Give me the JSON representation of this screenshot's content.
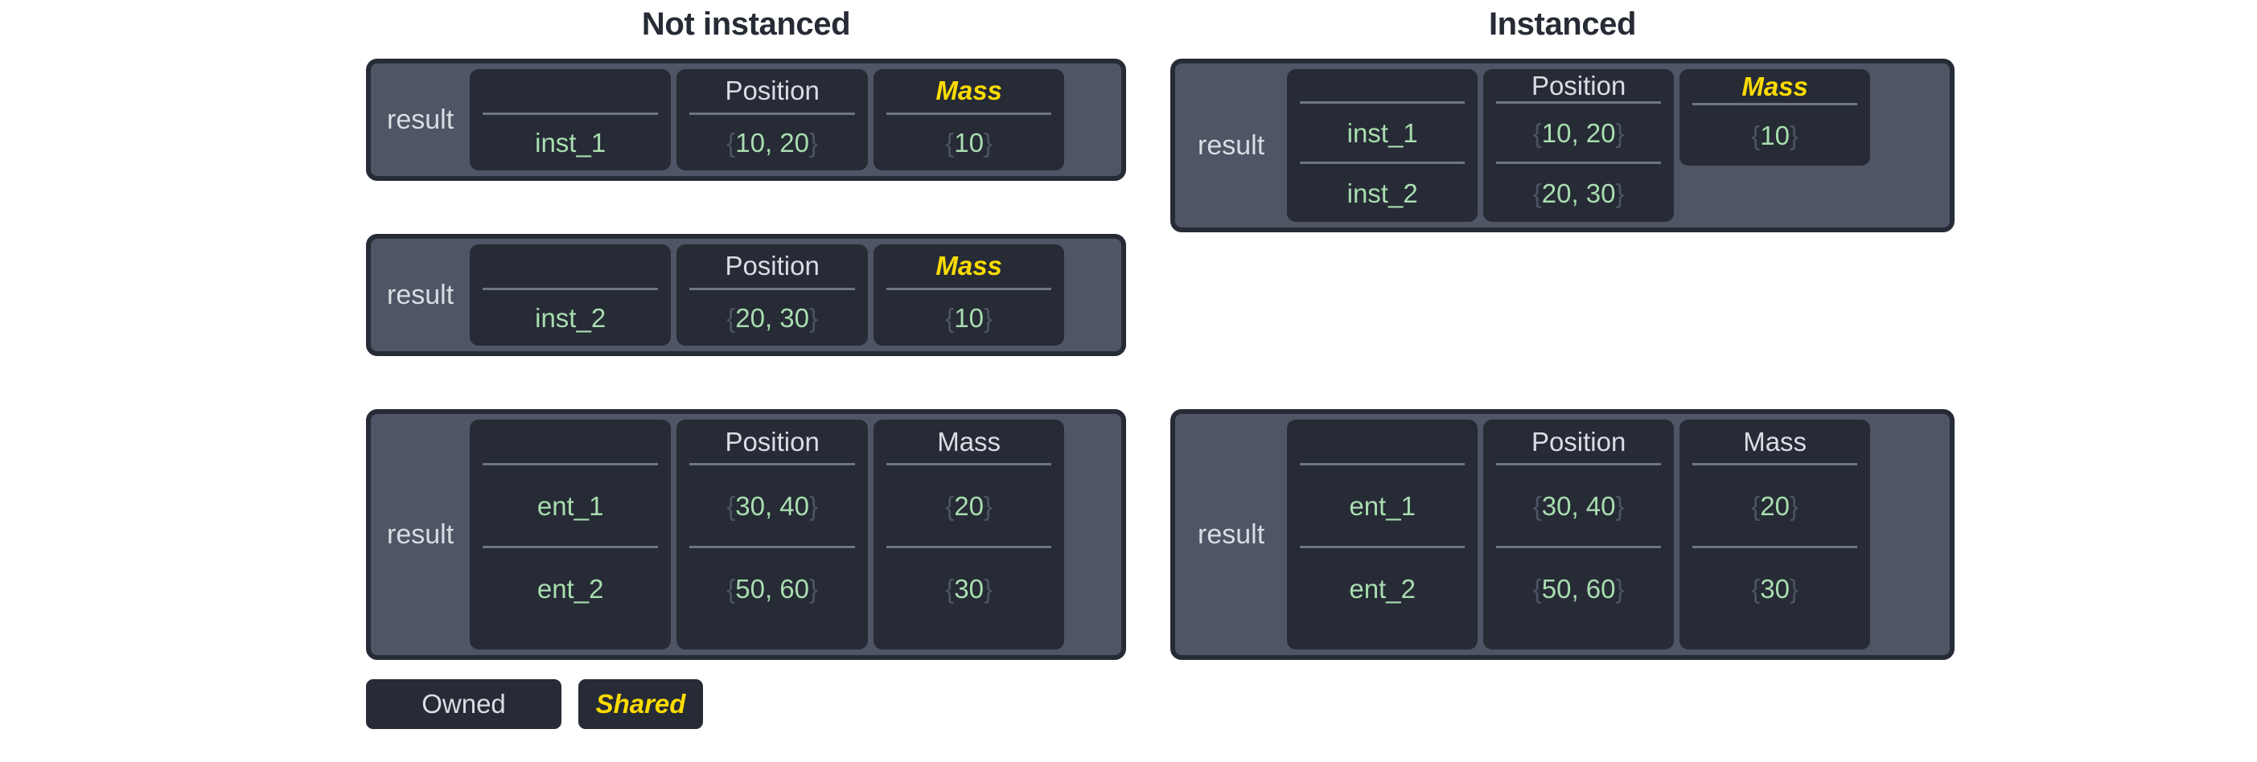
{
  "panels": [
    {
      "title": "Not instanced"
    },
    {
      "title": "Instanced"
    }
  ],
  "labels": {
    "result": "result",
    "position": "Position",
    "mass": "Mass",
    "empty": ""
  },
  "legend": {
    "owned": "Owned",
    "shared": "Shared"
  },
  "colors": {
    "page_bg": "#ffffff",
    "box_border": "#262b36",
    "box_inner": "#4f5564",
    "card": "#262b35",
    "text_light": "#d9dde5",
    "text_value": "#a9ddb0",
    "brace": "#4d5462",
    "shared_yellow": "#fcdb02",
    "separator": "#6d7685",
    "title": "#262b35"
  },
  "boxes": {
    "not_instanced_1": {
      "name_header": "",
      "name_value": "inst_1",
      "position_header": "Position",
      "position_value": "{10, 20}",
      "position_open": "{",
      "position_body": "10, 20",
      "position_close": "}",
      "mass_header": "Mass",
      "mass_shared": true,
      "mass_open": "{",
      "mass_body": "10",
      "mass_close": "}"
    },
    "not_instanced_2": {
      "name_header": "",
      "name_value": "inst_2",
      "position_header": "Position",
      "position_open": "{",
      "position_body": "20, 30",
      "position_close": "}",
      "mass_header": "Mass",
      "mass_shared": true,
      "mass_open": "{",
      "mass_body": "10",
      "mass_close": "}"
    },
    "not_instanced_3": {
      "name_header": "",
      "rows": [
        {
          "name": "ent_1",
          "pos_open": "{",
          "pos_body": "30, 40",
          "pos_close": "}",
          "mass_open": "{",
          "mass_body": "20",
          "mass_close": "}"
        },
        {
          "name": "ent_2",
          "pos_open": "{",
          "pos_body": "50, 60",
          "pos_close": "}",
          "mass_open": "{",
          "mass_body": "30",
          "mass_close": "}"
        }
      ],
      "position_header": "Position",
      "mass_header": "Mass",
      "mass_shared": false
    },
    "instanced_1": {
      "name_header": "",
      "rows": [
        {
          "name": "inst_1",
          "pos_open": "{",
          "pos_body": "10, 20",
          "pos_close": "}"
        },
        {
          "name": "inst_2",
          "pos_open": "{",
          "pos_body": "20, 30",
          "pos_close": "}"
        }
      ],
      "position_header": "Position",
      "mass_header": "Mass",
      "mass_shared": true,
      "mass_open": "{",
      "mass_body": "10",
      "mass_close": "}"
    },
    "instanced_2": {
      "name_header": "",
      "rows": [
        {
          "name": "ent_1",
          "pos_open": "{",
          "pos_body": "30, 40",
          "pos_close": "}",
          "mass_open": "{",
          "mass_body": "20",
          "mass_close": "}"
        },
        {
          "name": "ent_2",
          "pos_open": "{",
          "pos_body": "50, 60",
          "pos_close": "}",
          "mass_open": "{",
          "mass_body": "30",
          "mass_close": "}"
        }
      ],
      "position_header": "Position",
      "mass_header": "Mass",
      "mass_shared": false
    }
  }
}
